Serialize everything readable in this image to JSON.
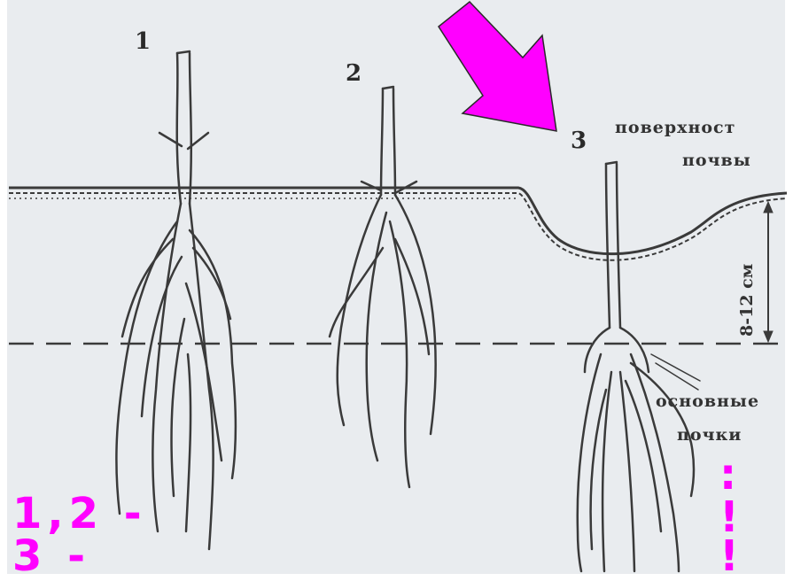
{
  "labels": {
    "num1": "1",
    "num2": "2",
    "num3": "3",
    "soil_surface_line1": "поверхност",
    "soil_surface_line2": "почвы",
    "depth": "8-12 см",
    "main_buds_line1": "основные",
    "main_buds_line2": "почки"
  },
  "overlay": {
    "line1": "1,2 -",
    "line2": "3 -",
    "right_marks": [
      ":",
      "!",
      "!"
    ]
  },
  "colors": {
    "background": "#e9ecef",
    "ink": "#3a3a3a",
    "accent": "#ff00ff"
  }
}
